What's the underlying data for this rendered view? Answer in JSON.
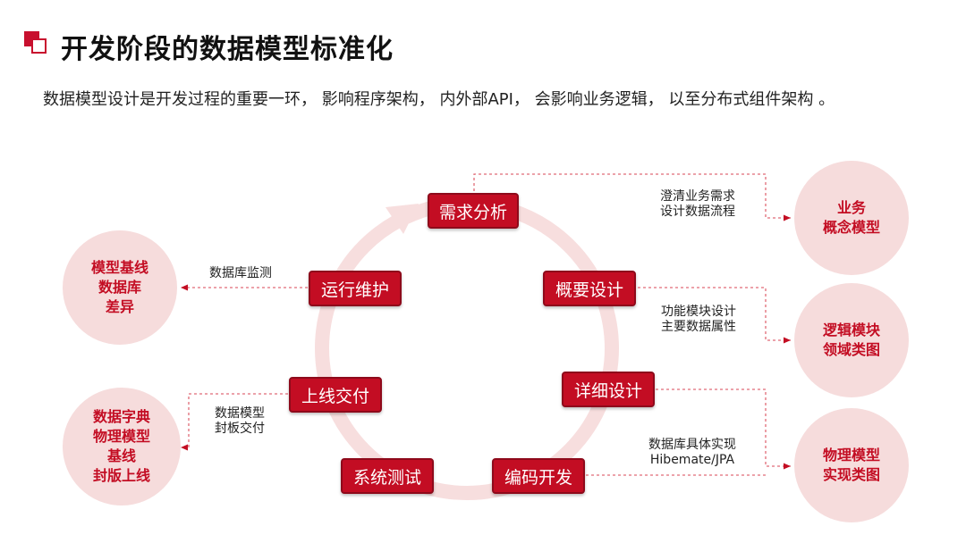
{
  "title": "开发阶段的数据模型标准化",
  "subtitle": "数据模型设计是开发过程的重要一环，  影响程序架构，  内外部API，  会影响业务逻辑，  以至分布式组件架构 。",
  "stages": {
    "requirements": "需求分析",
    "outline_design": "概要设计",
    "detailed_design": "详细设计",
    "coding": "编码开发",
    "testing": "系统测试",
    "delivery": "上线交付",
    "maintenance": "运行维护"
  },
  "notes": {
    "requirements": [
      "澄清业务需求",
      "设计数据流程"
    ],
    "outline_design": [
      "功能模块设计",
      "主要数据属性"
    ],
    "coding": [
      "数据库具体实现",
      "Hibemate/JPA"
    ],
    "maintenance": [
      "数据库监测"
    ],
    "delivery": [
      "数据模型",
      "封板交付"
    ]
  },
  "outputs": {
    "business_model": [
      "业务",
      "概念模型"
    ],
    "logic_model": [
      "逻辑模块",
      "领域类图"
    ],
    "physical_model": [
      "物理模型",
      "实现类图"
    ],
    "baseline_diff": [
      "模型基线",
      "数据库",
      "差异"
    ],
    "dictionary": [
      "数据字典",
      "物理模型",
      "基线",
      "封版上线"
    ]
  },
  "colors": {
    "accent": "#c30d23",
    "ring": "#f6dcdc",
    "circle_fill": "#f6dcdc",
    "dashed_line": "#e06b77"
  }
}
